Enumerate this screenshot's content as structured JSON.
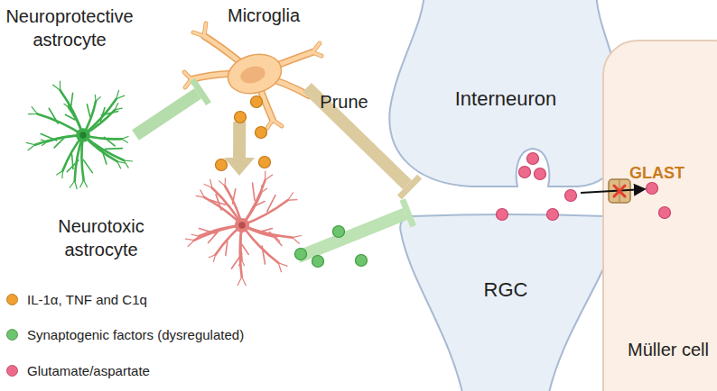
{
  "diagram": {
    "nodes": [
      {
        "text": [
          "Neuroprotective astrocyte"
        ]
      },
      {
        "text": [
          "Microglia"
        ]
      },
      {
        "text": [
          "Neurotoxic astrocyte"
        ]
      },
      {
        "text": [
          "Interneuron"
        ]
      },
      {
        "text": [
          "RGC"
        ]
      },
      {
        "text": [
          "Müller cell"
        ]
      },
      {
        "text": [
          "GLAST"
        ],
        "in": 5
      }
    ],
    "edges": [
      {
        "from": 0,
        "to": 1,
        "arrow": "to"
      },
      {
        "from": 1,
        "to": 2,
        "arrow": "to"
      },
      {
        "from": 1,
        "to": 3,
        "label": "Prune",
        "arrow": "to"
      },
      {
        "from": 2,
        "to": 4,
        "arrow": "to"
      }
    ],
    "legend": [
      {
        "text": "IL-1α, TNF and C1q",
        "color": "#f0a030"
      },
      {
        "text": "Synaptogenic factors (dysregulated)",
        "color": "#6cc46c"
      },
      {
        "text": "Glutamate/aspartate",
        "color": "#ee6a8c"
      }
    ]
  }
}
